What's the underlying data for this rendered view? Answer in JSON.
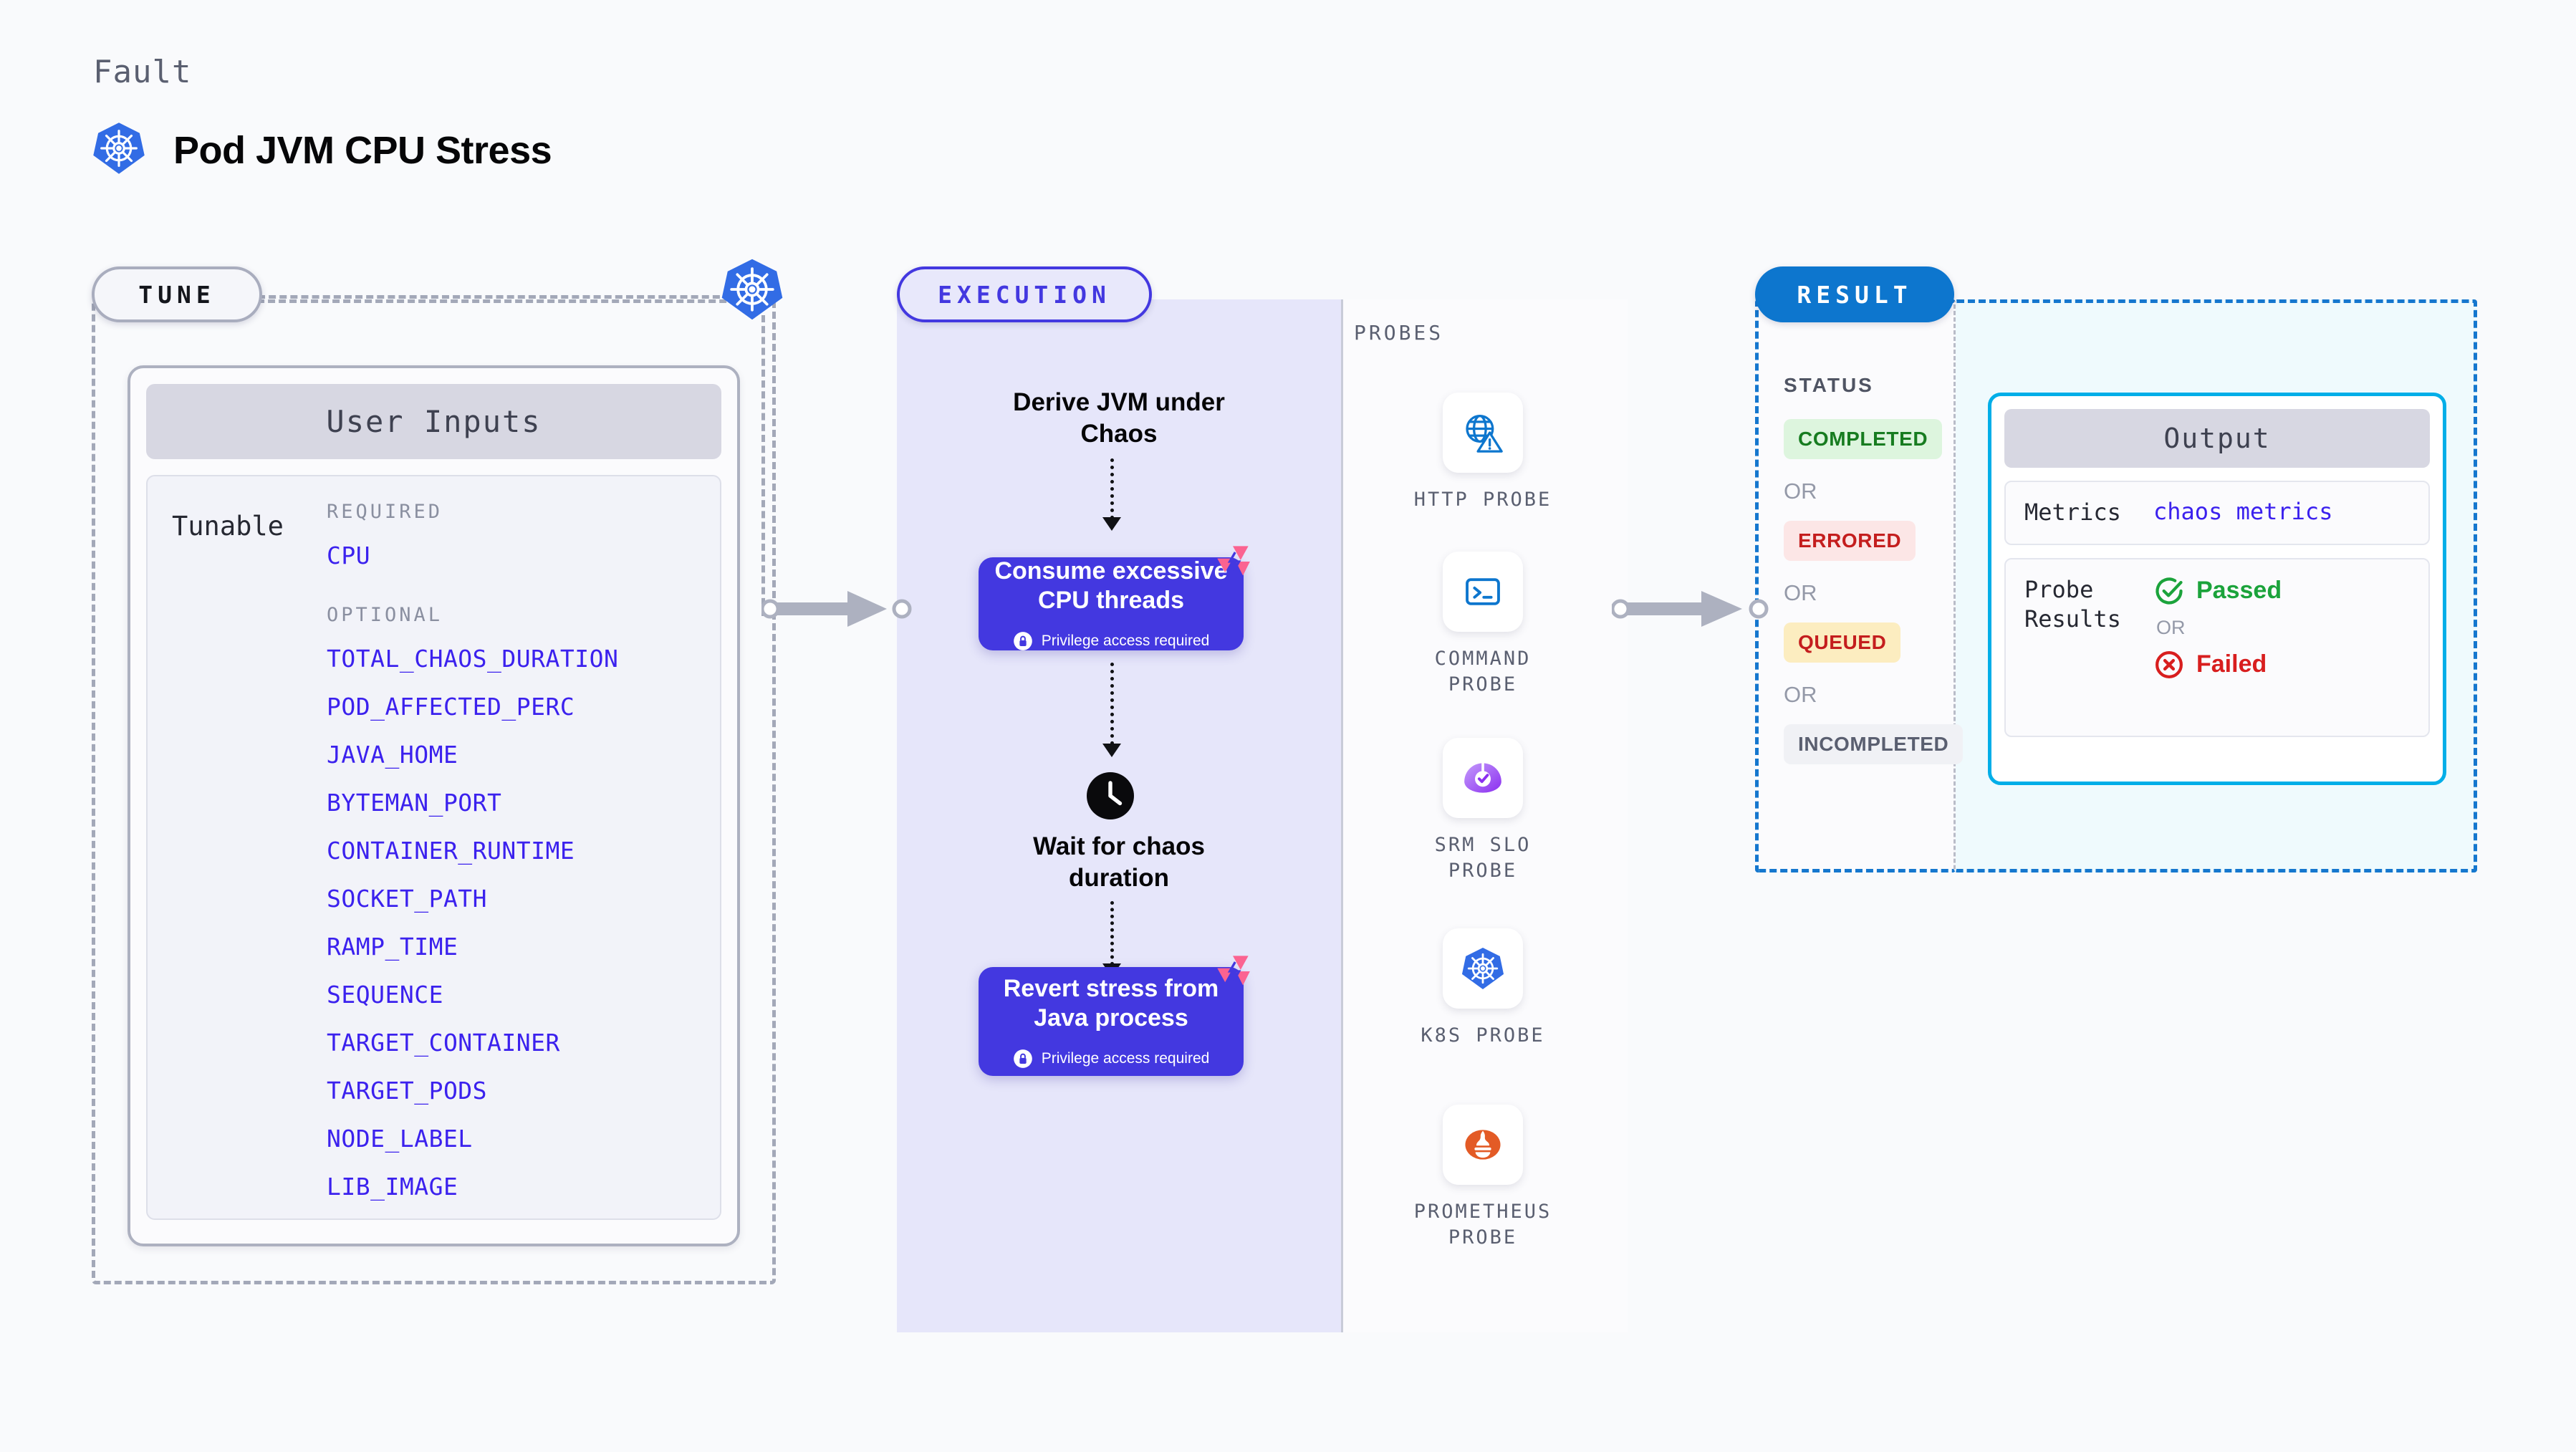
{
  "header": {
    "kicker": "Fault",
    "title": "Pod JVM CPU Stress",
    "icon": "kubernetes-icon"
  },
  "tune": {
    "pill_label": "TUNE",
    "k8s_icon": "kubernetes-icon",
    "card_title": "User Inputs",
    "tunable_label": "Tunable",
    "required_heading": "REQUIRED",
    "optional_heading": "OPTIONAL",
    "required": [
      "CPU"
    ],
    "optional": [
      "TOTAL_CHAOS_DURATION",
      "POD_AFFECTED_PERC",
      "JAVA_HOME",
      "BYTEMAN_PORT",
      "CONTAINER_RUNTIME",
      "SOCKET_PATH",
      "RAMP_TIME",
      "SEQUENCE",
      "TARGET_CONTAINER",
      "TARGET_PODS",
      "NODE_LABEL",
      "LIB_IMAGE"
    ]
  },
  "execution": {
    "pill_label": "EXECUTION",
    "step1": "Derive JVM under Chaos",
    "step2_title": "Consume excessive CPU threads",
    "step2_privilege": "Privilege access required",
    "step3": "Wait for chaos duration",
    "step3_icon": "clock-icon",
    "step4_title": "Revert stress from Java process",
    "step4_privilege": "Privilege access required",
    "badge_icon": "litmus-icon"
  },
  "probes": {
    "title": "PROBES",
    "items": [
      {
        "label": "HTTP PROBE",
        "icon": "globe-warning-icon"
      },
      {
        "label": "COMMAND PROBE",
        "icon": "terminal-icon"
      },
      {
        "label": "SRM SLO PROBE",
        "icon": "slo-gauge-icon"
      },
      {
        "label": "K8S PROBE",
        "icon": "kubernetes-icon"
      },
      {
        "label": "PROMETHEUS PROBE",
        "icon": "prometheus-icon"
      }
    ]
  },
  "result": {
    "pill_label": "RESULT",
    "status_title": "STATUS",
    "or_label": "OR",
    "statuses": [
      {
        "label": "COMPLETED",
        "bg": "#DDF5DE",
        "fg": "#177C20"
      },
      {
        "label": "ERRORED",
        "bg": "#FCE6E6",
        "fg": "#C41E1E"
      },
      {
        "label": "QUEUED",
        "bg": "#FCEDC0",
        "fg": "#C41E1E"
      },
      {
        "label": "INCOMPLETED",
        "bg": "#F0F1F5",
        "fg": "#5A5F70"
      }
    ],
    "output": {
      "title": "Output",
      "metrics_key": "Metrics",
      "metrics_value": "chaos metrics",
      "probe_results_key": "Probe Results",
      "passed_label": "Passed",
      "failed_label": "Failed",
      "or_label": "OR",
      "passed_icon": "check-circle-icon",
      "failed_icon": "x-circle-icon"
    }
  },
  "colors": {
    "accent_purple": "#4338E0",
    "accent_blue": "#0D76CE",
    "k8s_blue": "#326CE5",
    "litmus_pink": "#FB6391",
    "exec_bg": "#E6E6FA",
    "output_bg": "#EFFAFD",
    "cyan_border": "#00AEE8"
  }
}
